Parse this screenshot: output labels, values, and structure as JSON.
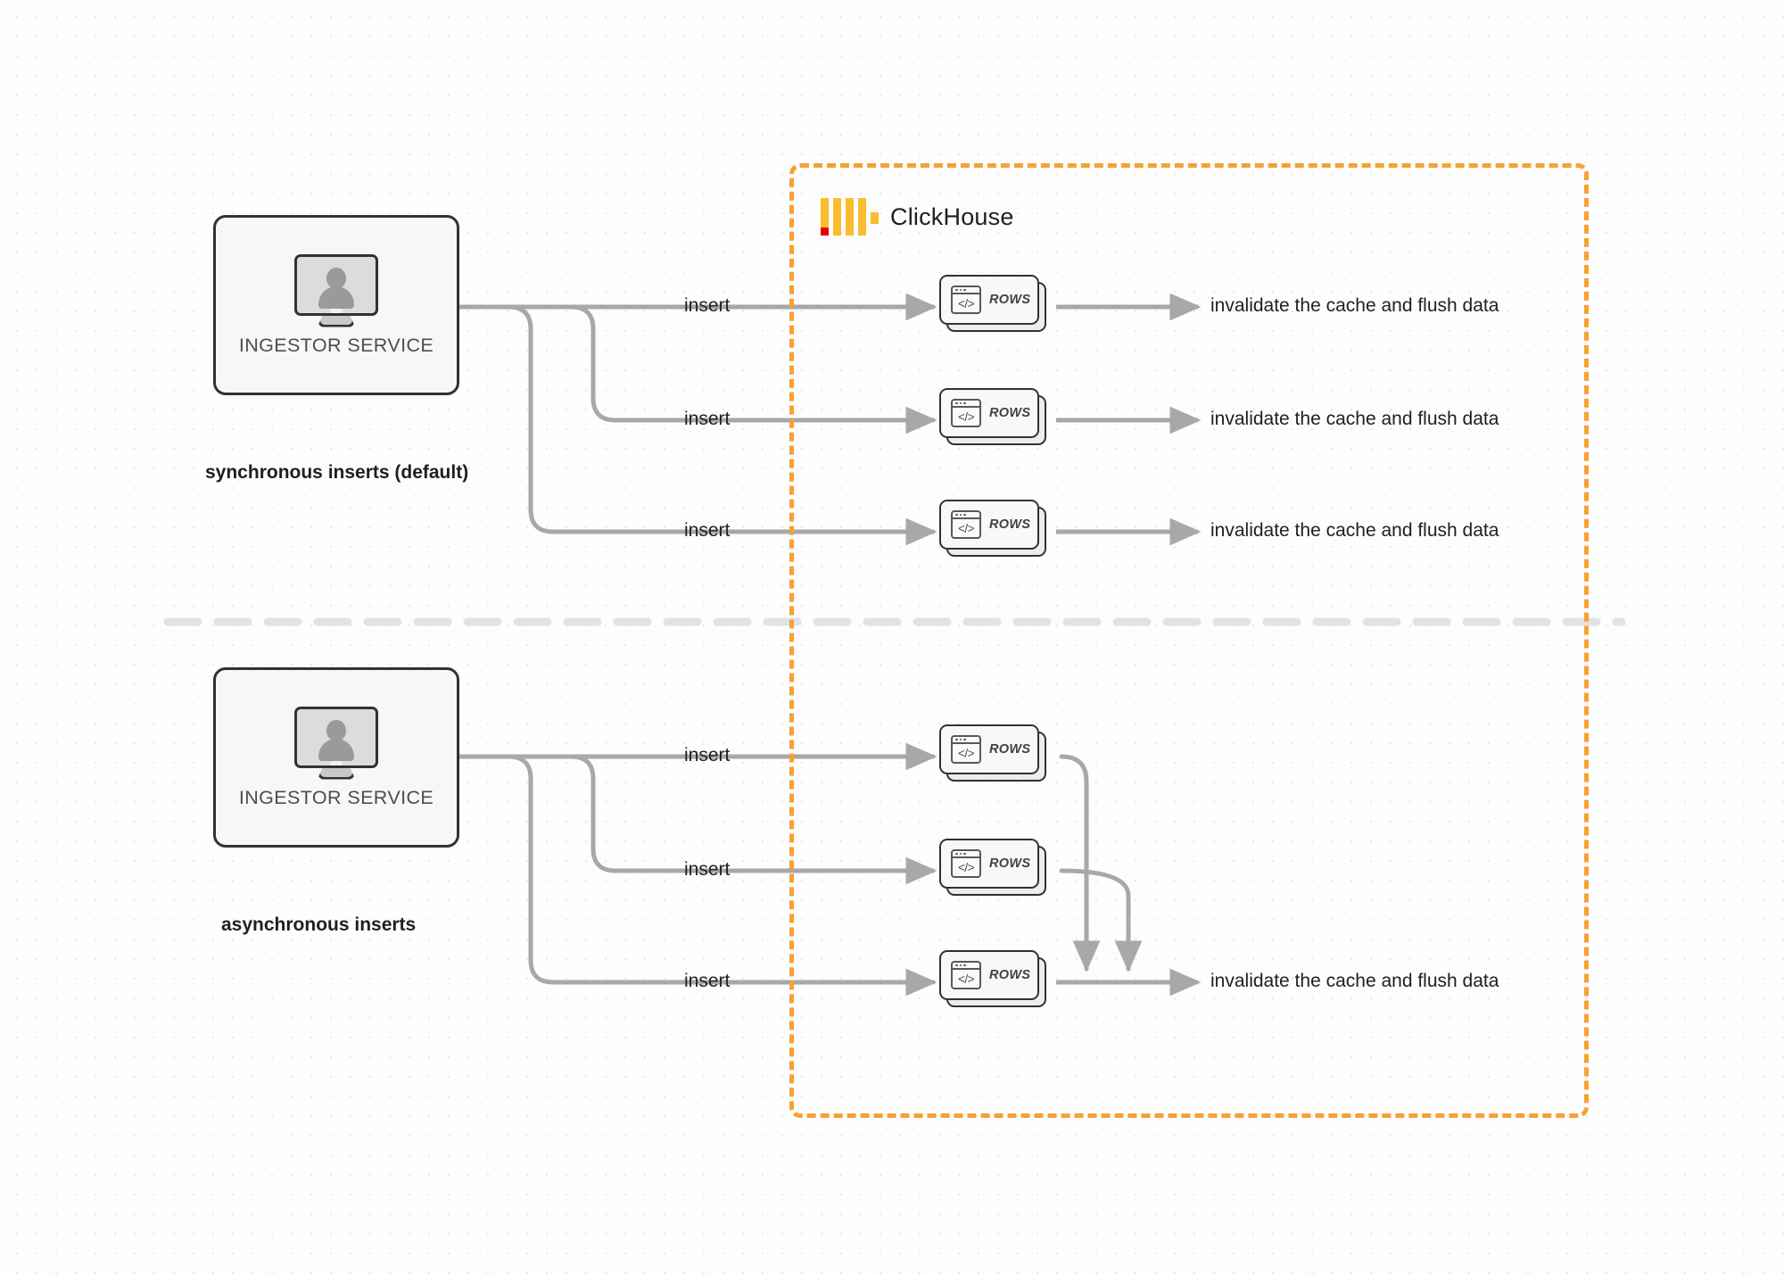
{
  "diagram": {
    "title": "ClickHouse synchronous vs asynchronous inserts",
    "colors": {
      "accent_orange": "#f8a033",
      "logo_yellow": "#fabd2f",
      "logo_red": "#e60000",
      "edge_gray": "#a8a8a8",
      "node_outline": "#2f3237",
      "background": "#fdfdfd",
      "grid_dot": "#e8e8e8",
      "divider_gray": "#e2e2e2"
    }
  },
  "container": {
    "brand_name": "ClickHouse",
    "logo_icon": "clickhouse-logo-icon"
  },
  "sections": [
    {
      "id": "synchronous",
      "caption": "synchronous inserts (default)",
      "service": {
        "label": "INGESTOR SERVICE",
        "icon": "desktop-user-icon"
      },
      "branches": [
        {
          "insert_label": "insert",
          "node_label": "ROWS",
          "node_icon": "code-window-icon",
          "result_label": "invalidate the cache and flush data"
        },
        {
          "insert_label": "insert",
          "node_label": "ROWS",
          "node_icon": "code-window-icon",
          "result_label": "invalidate the cache and flush data"
        },
        {
          "insert_label": "insert",
          "node_label": "ROWS",
          "node_icon": "code-window-icon",
          "result_label": "invalidate the cache and flush data"
        }
      ]
    },
    {
      "id": "asynchronous",
      "caption": "asynchronous inserts",
      "service": {
        "label": "INGESTOR SERVICE",
        "icon": "desktop-user-icon"
      },
      "branches": [
        {
          "insert_label": "insert",
          "node_label": "ROWS",
          "node_icon": "code-window-icon"
        },
        {
          "insert_label": "insert",
          "node_label": "ROWS",
          "node_icon": "code-window-icon"
        },
        {
          "insert_label": "insert",
          "node_label": "ROWS",
          "node_icon": "code-window-icon"
        }
      ],
      "merged_result_label": "invalidate the cache and flush data"
    }
  ],
  "code_glyph": "</>"
}
